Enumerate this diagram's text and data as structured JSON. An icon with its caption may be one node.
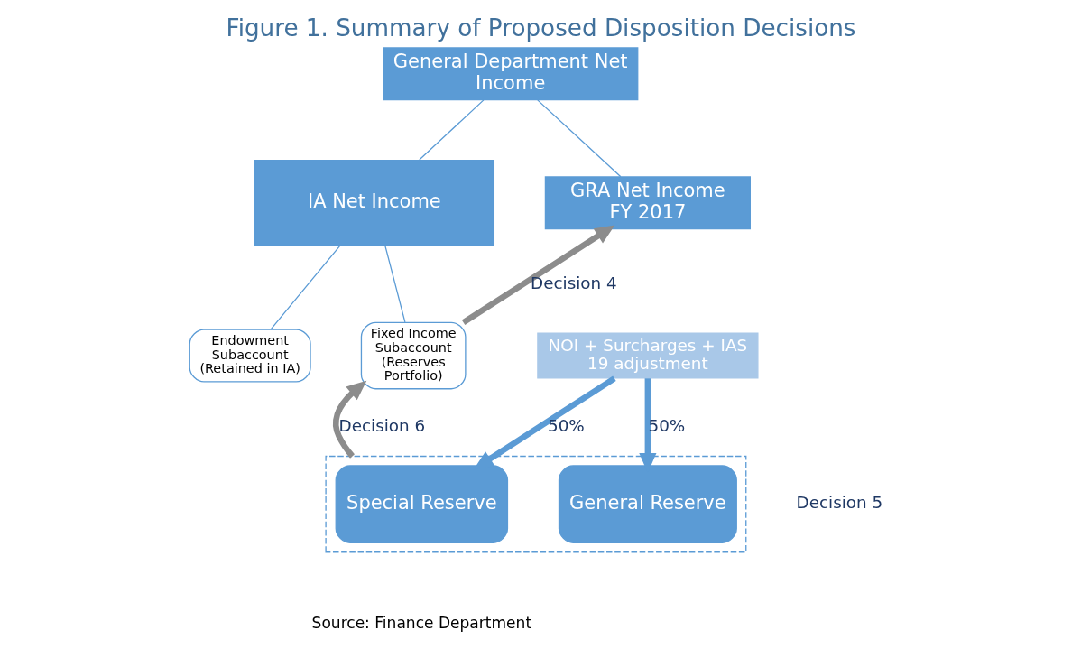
{
  "diagram": {
    "title": "Figure 1. Summary of Proposed Disposition Decisions",
    "caption": "Source: Finance Department",
    "nodes": [
      {
        "text": [
          "General Department Net Income"
        ]
      },
      {
        "text": [
          "IA Net Income"
        ]
      },
      {
        "text": [
          "Endowment Subaccount",
          "(Retained in IA)"
        ]
      },
      {
        "text": [
          "Fixed Income Subaccount",
          "(Reserves Portfolio)"
        ]
      },
      {
        "text": [
          "GRA Net Income",
          "FY 2017"
        ]
      },
      {
        "text": [
          "NOI + Surcharges + IAS 19 adjustment"
        ]
      },
      {
        "text": [],
        "shape": "box"
      },
      {
        "text": [
          "Special Reserve"
        ],
        "in": 6
      },
      {
        "text": [
          "General Reserve"
        ],
        "in": 6
      }
    ],
    "edges": [
      {
        "from": 0,
        "to": 1,
        "arrow": "none"
      },
      {
        "from": 0,
        "to": 4,
        "arrow": "none"
      },
      {
        "from": 1,
        "to": 2,
        "arrow": "none"
      },
      {
        "from": 1,
        "to": 3,
        "arrow": "none"
      },
      {
        "from": 3,
        "to": 4,
        "arrow": "to",
        "label": "Decision 4",
        "style": "thick",
        "color": "#8c8c8c"
      },
      {
        "from": 5,
        "to": 7,
        "arrow": "to",
        "label": "50%",
        "style": "thick"
      },
      {
        "from": 5,
        "to": 8,
        "arrow": "to",
        "label": "50%",
        "style": "thick"
      },
      {
        "from": 6,
        "to": 3,
        "arrow": "to",
        "label": "Decision 6",
        "style": "thick",
        "color": "#8c8c8c"
      }
    ],
    "labels": [
      "Decision 5"
    ]
  }
}
